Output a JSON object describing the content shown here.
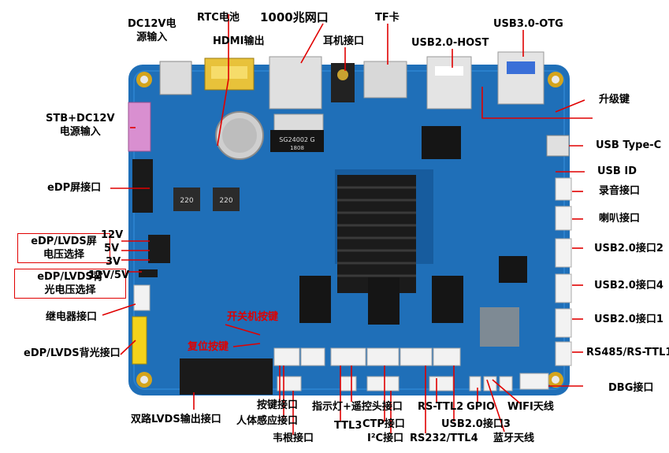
{
  "colors": {
    "board": "#1f6fb8",
    "board_dark": "#175c9e",
    "line": "#e00000",
    "heatsink": "#1b1b1b",
    "chip": "#151515",
    "connector_white": "#f2f2f2",
    "connector_pink": "#d98fd0",
    "connector_yellow": "#f4d21a",
    "gold": "#d4a41c"
  },
  "labels": {
    "dc12v": "DC12V电\n源输入",
    "rtc": "RTC电池",
    "hdmi": "HDMI输出",
    "ethernet": "1000兆网口",
    "headphone": "耳机接口",
    "tf": "TF卡",
    "usb_host": "USB2.0-HOST",
    "usb_otg": "USB3.0-OTG",
    "upgrade": "升级键",
    "stb": "STB+DC12V\n电源输入",
    "typec": "USB Type-C",
    "usbid": "USB ID",
    "edp": "eDP屏接口",
    "record": "录音接口",
    "speaker": "喇叭接口",
    "edp_voltage": "eDP/LVDS屏\n电压选择",
    "v12": "12V",
    "v5": "5V",
    "v3": "3V",
    "usb2_2": "USB2.0接口2",
    "bl_voltage": "eDP/LVDS背\n光电压选择",
    "bl_v": "12V/5V",
    "usb2_4": "USB2.0接口4",
    "relay": "继电器接口",
    "power_key": "开关机按键",
    "usb2_1": "USB2.0接口1",
    "reset_key": "复位按键",
    "backlight": "eDP/LVDS背光接口",
    "rs485": "RS485/RS-TTL1",
    "dbg": "DBG接口",
    "dual_lvds": "双路LVDS输出接口",
    "key": "按键接口",
    "human": "人体感应接口",
    "wiegand": "韦根接口",
    "indicator": "指示灯+遥控头接口",
    "ttl3": "TTL3",
    "ctp": "CTP接口",
    "i2c": "I²C接口",
    "rs232": "RS232/TTL4",
    "rsttl2": "RS-TTL2",
    "usb2_3": "USB2.0接口3",
    "gpio": "GPIO",
    "wifi": "WIFI天线",
    "bt": "蓝牙天线"
  },
  "silkscreen": {
    "chip": "SG24002 G",
    "chip_sub": "1808",
    "ind1": "220",
    "ind2": "220"
  }
}
